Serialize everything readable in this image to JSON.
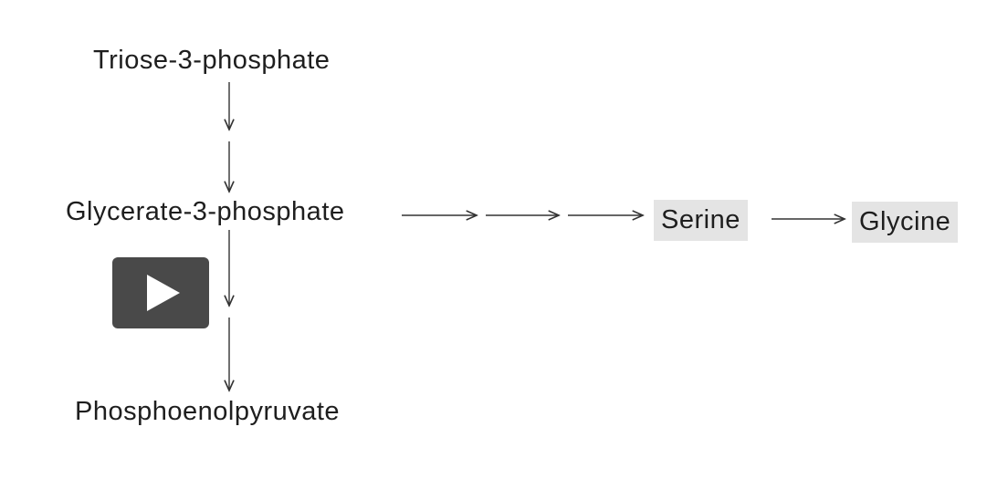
{
  "nodes": {
    "triose_3_phosphate": "Triose-3-phosphate",
    "glycerate_3_phosphate": "Glycerate-3-phosphate",
    "phosphoenolpyruvate": "Phosphoenolpyruvate",
    "serine": "Serine",
    "glycine": "Glycine"
  },
  "colors": {
    "text": "#1e1e1e",
    "arrow": "#333333",
    "highlight": "#e4e4e4",
    "play_button": "#3a3a3a"
  },
  "icons": {
    "play": "play-icon"
  }
}
